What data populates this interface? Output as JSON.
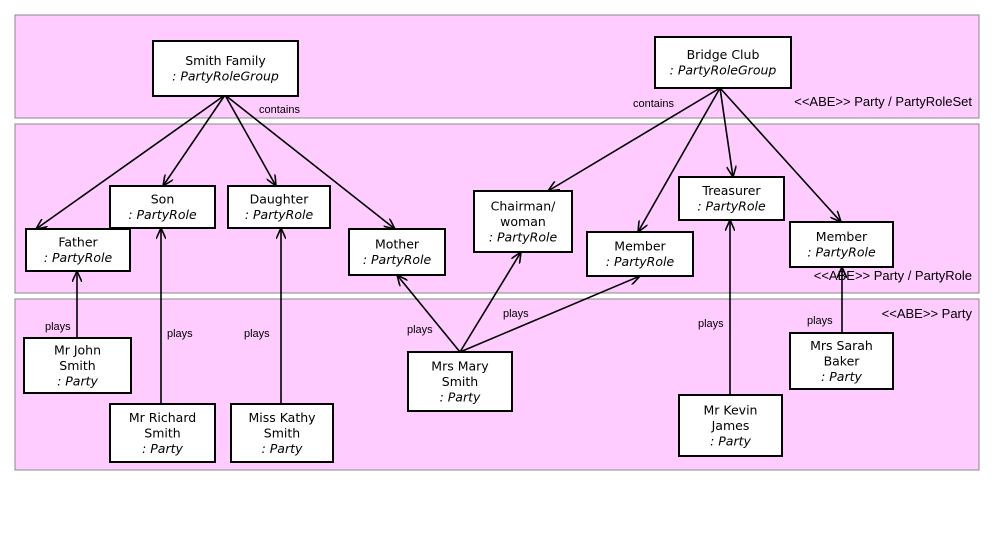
{
  "layers": {
    "top": {
      "label": "<<ABE>> Party / PartyRoleSet"
    },
    "middle": {
      "label": "<<ABE>> Party / PartyRole"
    },
    "bottom": {
      "label": "<<ABE>> Party"
    }
  },
  "boxes": {
    "smith_family": {
      "lines": [
        "Smith Family"
      ],
      "type": ": PartyRoleGroup"
    },
    "bridge_club": {
      "lines": [
        "Bridge Club"
      ],
      "type": ": PartyRoleGroup"
    },
    "father": {
      "lines": [
        "Father"
      ],
      "type": ": PartyRole"
    },
    "son": {
      "lines": [
        "Son"
      ],
      "type": ": PartyRole"
    },
    "daughter": {
      "lines": [
        "Daughter"
      ],
      "type": ": PartyRole"
    },
    "mother": {
      "lines": [
        "Mother"
      ],
      "type": ": PartyRole"
    },
    "chairman": {
      "lines": [
        "Chairman/",
        "woman"
      ],
      "type": ": PartyRole"
    },
    "member_1": {
      "lines": [
        "Member"
      ],
      "type": ": PartyRole"
    },
    "treasurer": {
      "lines": [
        "Treasurer"
      ],
      "type": ": PartyRole"
    },
    "member_2": {
      "lines": [
        "Member"
      ],
      "type": ": PartyRole"
    },
    "john": {
      "lines": [
        "Mr John",
        "Smith"
      ],
      "type": ": Party"
    },
    "richard": {
      "lines": [
        "Mr Richard",
        "Smith"
      ],
      "type": ": Party"
    },
    "kathy": {
      "lines": [
        "Miss Kathy",
        "Smith"
      ],
      "type": ": Party"
    },
    "mary": {
      "lines": [
        "Mrs Mary",
        "Smith"
      ],
      "type": ": Party"
    },
    "kevin": {
      "lines": [
        "Mr Kevin",
        "James"
      ],
      "type": ": Party"
    },
    "sarah": {
      "lines": [
        "Mrs Sarah",
        "Baker"
      ],
      "type": ": Party"
    }
  },
  "edge_labels": {
    "contains_smith": "contains",
    "contains_bridge": "contains",
    "plays_john": "plays",
    "plays_richard": "plays",
    "plays_kathy": "plays",
    "plays_mary_mother": "plays",
    "plays_mary_member": "plays",
    "plays_kevin": "plays",
    "plays_sarah": "plays"
  },
  "colors": {
    "band_fill": "#ffccff",
    "band_stroke": "#888888",
    "box_fill": "#ffffff",
    "line": "#000000"
  }
}
